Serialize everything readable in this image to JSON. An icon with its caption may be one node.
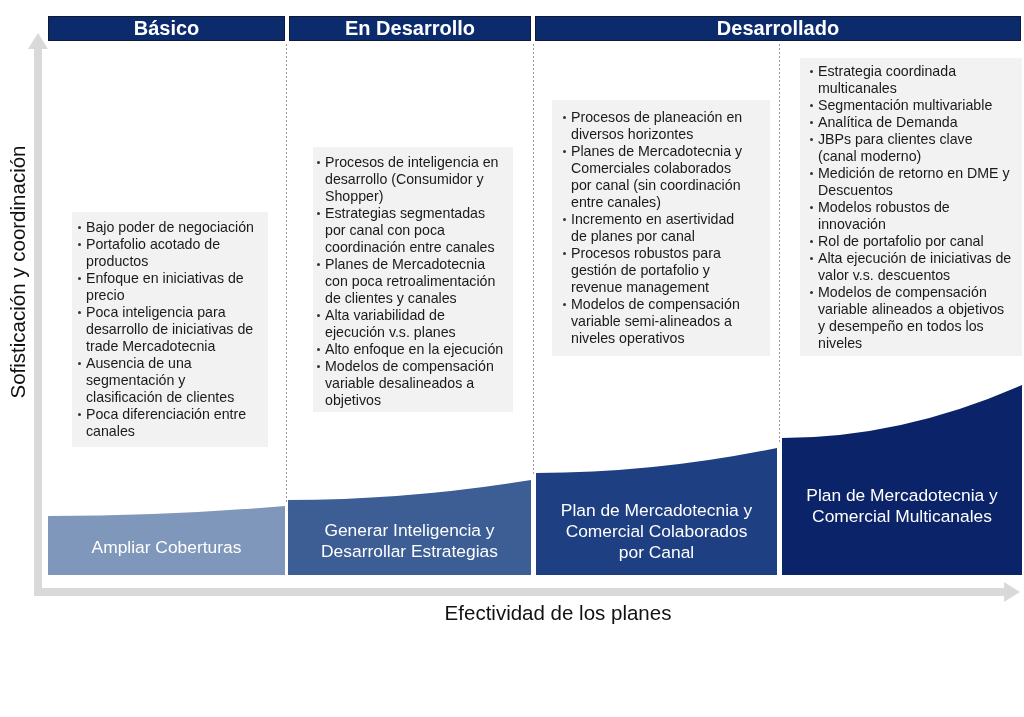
{
  "diagram": {
    "nodes": [
      {
        "text": [
          "Básico"
        ]
      },
      {
        "text": [
          "En Desarrollo"
        ]
      },
      {
        "text": [
          "Desarrollado"
        ]
      },
      {
        "text": [
          "Bajo poder de negociación",
          "Portafolio acotado de productos",
          "Enfoque en iniciativas de precio",
          "Poca inteligencia para desarrollo de iniciativas de trade Mercadotecnia",
          "Ausencia de una segmentación y clasificación de clientes",
          "Poca diferenciación entre canales"
        ]
      },
      {
        "text": [
          "Procesos de inteligencia en desarrollo (Consumidor y Shopper)",
          "Estrategias segmentadas por canal con poca coordinación entre canales",
          "Planes de Mercadotecnia con poca retroalimentación de clientes y canales",
          "Alta variabilidad de ejecución v.s. planes",
          "Alto enfoque en la ejecución",
          "Modelos de compensación variable desalineados a objetivos"
        ]
      },
      {
        "text": [
          "Procesos de planeación en diversos horizontes",
          "Planes de Mercadotecnia y Comerciales colaborados por canal (sin coordinación entre canales)",
          "Incremento en asertividad de planes por canal",
          "Procesos robustos para gestión de portafolio y revenue management",
          "Modelos de compensación variable semi-alineados a niveles operativos"
        ]
      },
      {
        "text": [
          "Estrategia coordinada multicanales",
          "Segmentación multivariable",
          "Analítica de Demanda",
          "JBPs para clientes clave (canal moderno)",
          "Medición de retorno en DME y Descuentos",
          "Modelos robustos de innovación",
          "Rol de portafolio por canal",
          "Alta ejecución de iniciativas de valor v.s. descuentos",
          "Modelos de compensación variable alineados a objetivos y desempeño en todos los niveles"
        ]
      },
      {
        "text": [
          "Ampliar Coberturas"
        ]
      },
      {
        "text": [
          "Generar Inteligencia y Desarrollar Estrategias"
        ]
      },
      {
        "text": [
          "Plan de Mercadotecnia y Comercial Colaborados por Canal"
        ]
      },
      {
        "text": [
          "Plan de Mercadotecnia y Comercial Multicanales"
        ]
      }
    ],
    "labels": [
      "Sofisticación y coordinación",
      "Efectividad de los planes"
    ]
  }
}
